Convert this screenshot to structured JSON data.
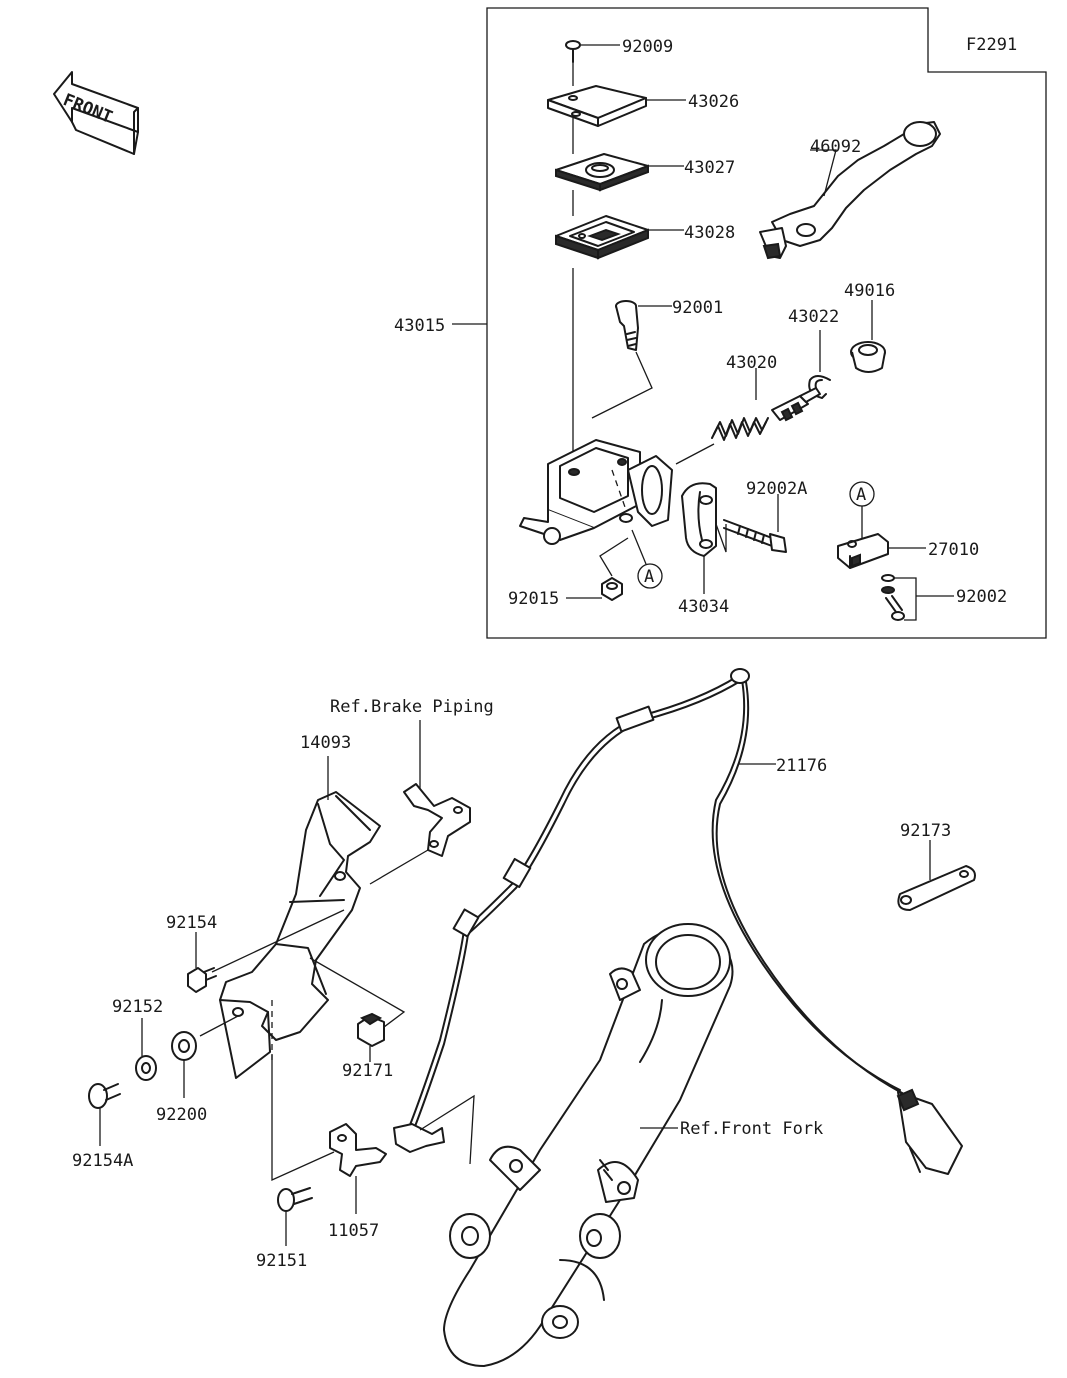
{
  "figure_code": "F2291",
  "front_label": "FRONT",
  "marker_letter": "A",
  "refs": {
    "brake_piping": "Ref.Brake Piping",
    "front_fork": "Ref.Front Fork"
  },
  "parts": {
    "p92009": "92009",
    "p43026": "43026",
    "p43027": "43027",
    "p43028": "43028",
    "p46092": "46092",
    "p49016": "49016",
    "p43015": "43015",
    "p92001": "92001",
    "p43022": "43022",
    "p43020": "43020",
    "p92002A": "92002A",
    "p27010": "27010",
    "p92002": "92002",
    "p92015": "92015",
    "p43034": "43034",
    "p14093": "14093",
    "p21176": "21176",
    "p92173": "92173",
    "p92154": "92154",
    "p92152": "92152",
    "p92200": "92200",
    "p92171": "92171",
    "p92154A": "92154A",
    "p11057": "11057",
    "p92151": "92151"
  }
}
